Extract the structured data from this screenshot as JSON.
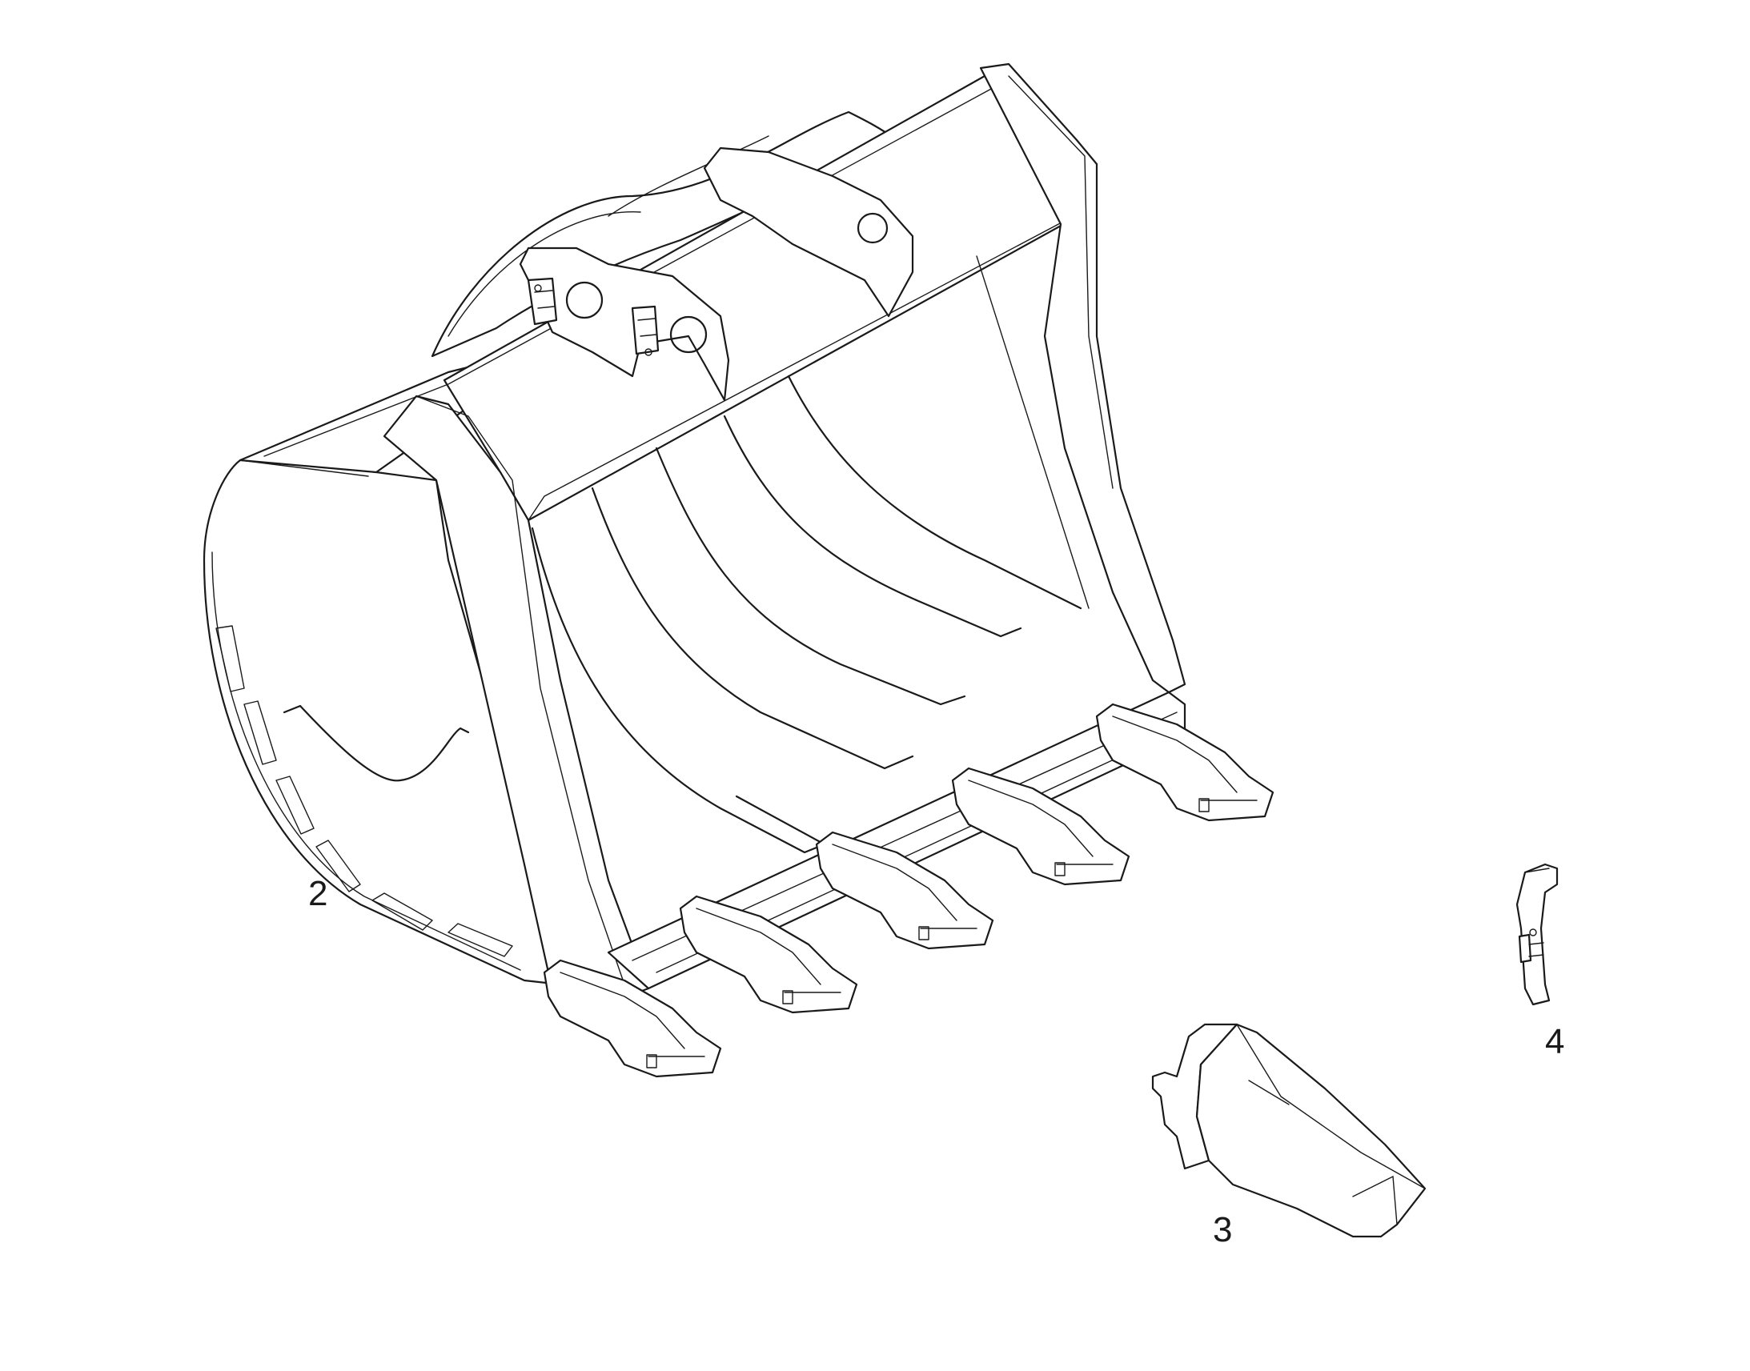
{
  "callouts": [
    {
      "id": "2",
      "label": "2",
      "part": "bucket"
    },
    {
      "id": "3",
      "label": "3",
      "part": "tooth"
    },
    {
      "id": "4",
      "label": "4",
      "part": "retainer pin"
    }
  ],
  "colors": {
    "line": "#1a1a1a",
    "background": "#ffffff"
  }
}
